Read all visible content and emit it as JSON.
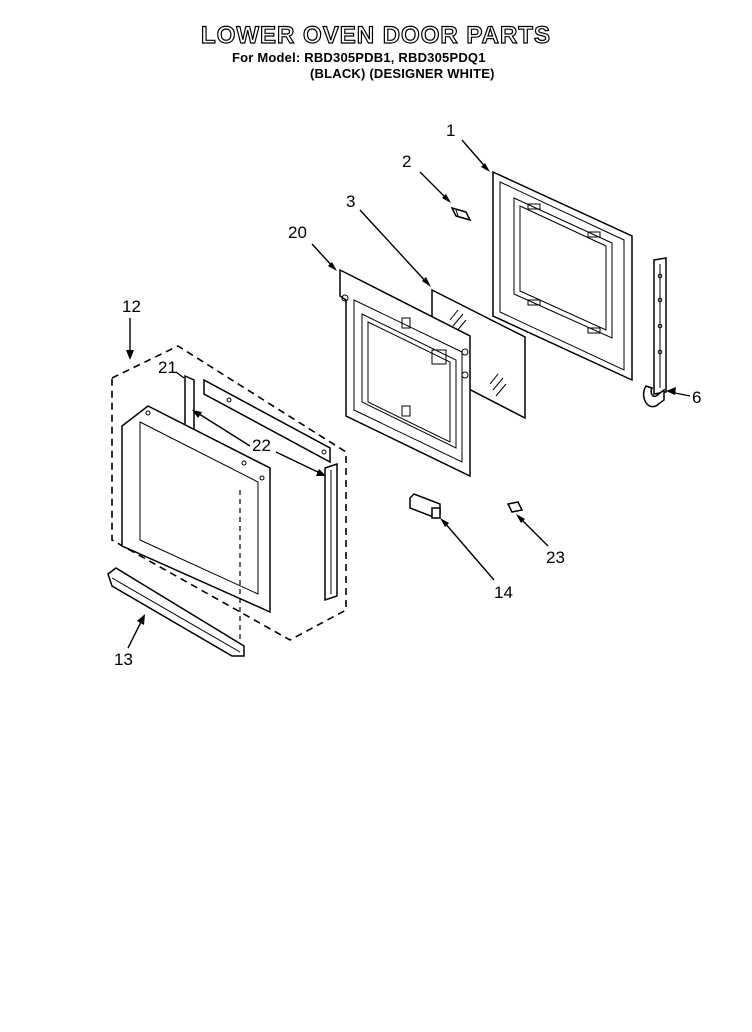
{
  "title": "LOWER OVEN DOOR PARTS",
  "model_line": "For Model: RBD305PDB1, RBD305PDQ1",
  "color_line": "(BLACK)  (DESIGNER WHITE)",
  "callouts": {
    "c1": "1",
    "c2": "2",
    "c3": "3",
    "c6": "6",
    "c12": "12",
    "c13": "13",
    "c14": "14",
    "c20": "20",
    "c21": "21",
    "c22": "22",
    "c23": "23"
  }
}
